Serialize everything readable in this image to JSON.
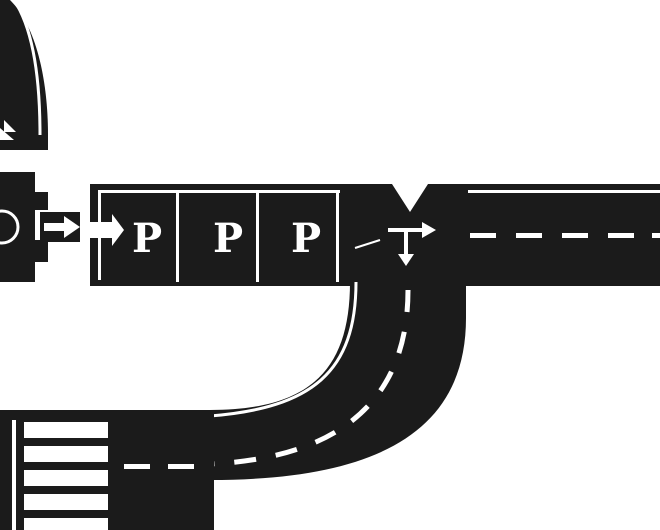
{
  "scene": {
    "background": "#ffffff",
    "road_color": "#1b1b1b",
    "marking_color": "#ffffff",
    "parking_signs": [
      {
        "label": "P"
      },
      {
        "label": "P"
      },
      {
        "label": "P"
      }
    ]
  }
}
